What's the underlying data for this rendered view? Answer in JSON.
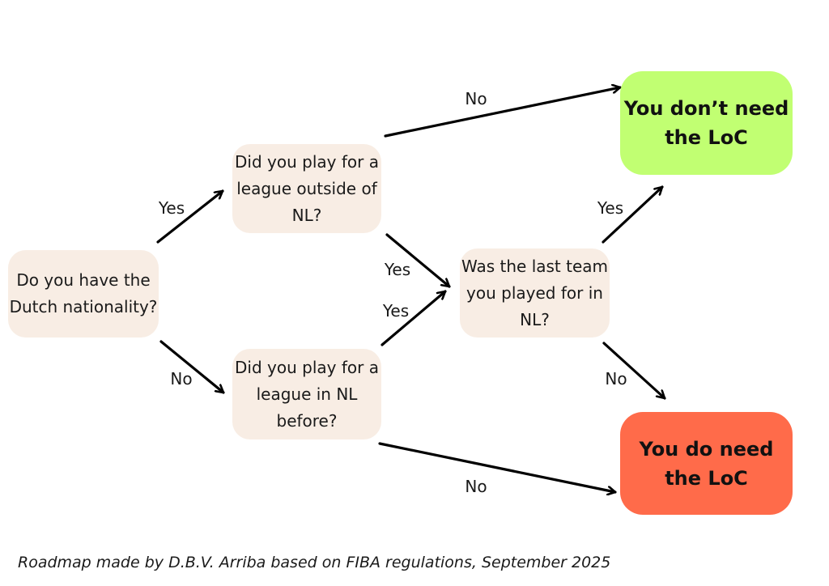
{
  "nodes": {
    "dutch": "Do you have the Dutch nationality?",
    "outside": "Did you play for a league outside of NL?",
    "inside": "Did you play for a league in NL before?",
    "last_team": "Was the last team you played for in NL?",
    "no_need": "You don’t need the LoC",
    "need": "You do need the LoC"
  },
  "edge_labels": {
    "dutch_yes": "Yes",
    "dutch_no": "No",
    "outside_no": "No",
    "outside_yes": "Yes",
    "inside_yes": "Yes",
    "inside_no": "No",
    "last_yes": "Yes",
    "last_no": "No"
  },
  "colors": {
    "question_fill": "#f8ede4",
    "no_need_fill": "#c1ff72",
    "need_fill": "#ff6b4a",
    "arrow": "#000000"
  },
  "caption": "Roadmap made by D.B.V. Arriba based on FIBA regulations, September 2025"
}
